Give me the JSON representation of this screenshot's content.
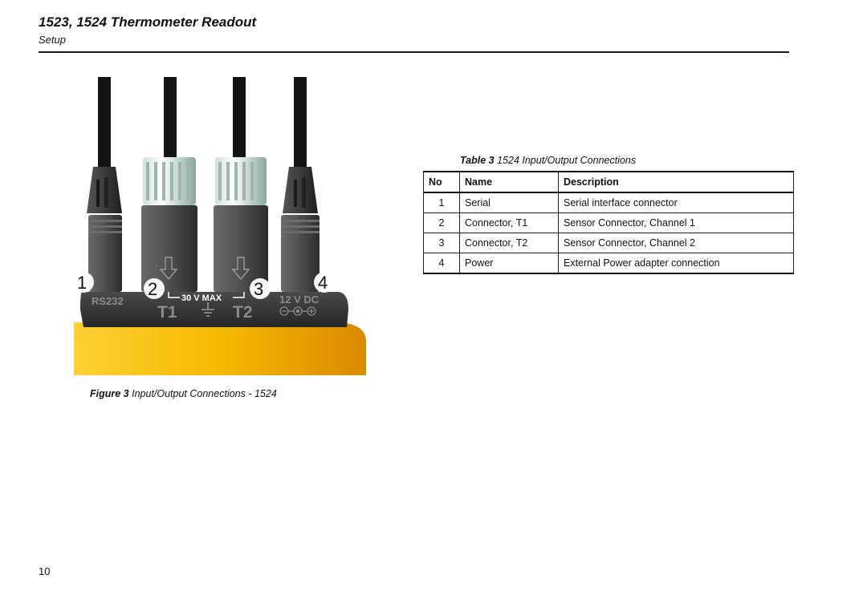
{
  "header": {
    "title": "1523, 1524 Thermometer Readout",
    "subtitle": "Setup"
  },
  "figure": {
    "caption_prefix": "Figure 3",
    "caption_text": "Input/Output Connections - 1524",
    "callouts": [
      "1",
      "2",
      "3",
      "4"
    ],
    "panel_labels": {
      "rs232": "RS232",
      "max_voltage": "30 V MAX",
      "t1": "T1",
      "t2": "T2",
      "dc": "12 V DC"
    },
    "colors": {
      "housing_yellow": "#f5b800",
      "panel_dark": "#3a3a3a",
      "cable_black": "#151515"
    }
  },
  "table": {
    "caption_prefix": "Table 3",
    "caption_text": "1524 Input/Output Connections",
    "headers": [
      "No",
      "Name",
      "Description"
    ],
    "rows": [
      {
        "no": "1",
        "name": "Serial",
        "description": "Serial interface connector"
      },
      {
        "no": "2",
        "name": "Connector, T1",
        "description": "Sensor Connector, Channel 1"
      },
      {
        "no": "3",
        "name": "Connector, T2",
        "description": "Sensor Connector, Channel 2"
      },
      {
        "no": "4",
        "name": "Power",
        "description": "External Power adapter connection"
      }
    ]
  },
  "page_number": "10"
}
